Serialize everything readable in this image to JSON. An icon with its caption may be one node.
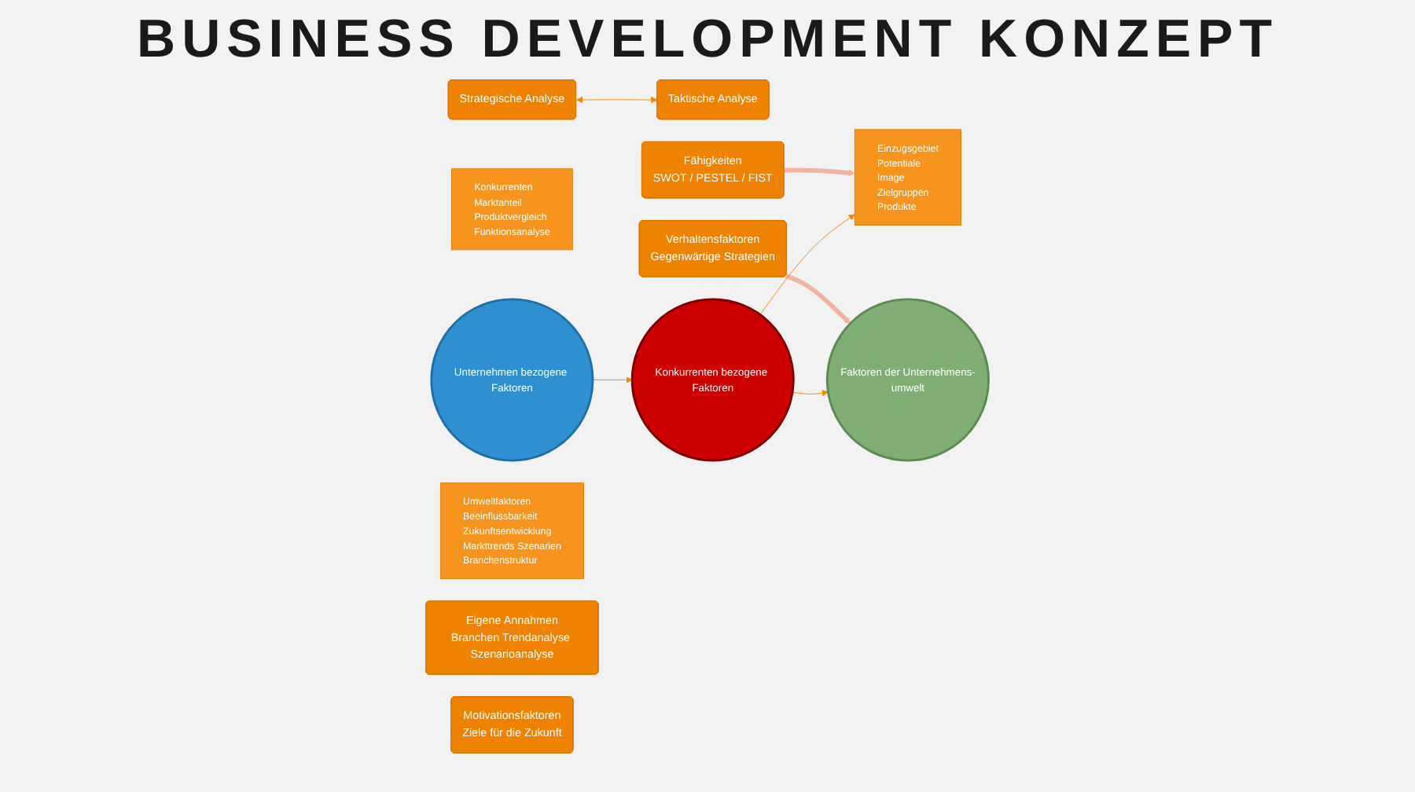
{
  "diagram": {
    "title": "BUSINESS DEVELOPMENT KONZEPT",
    "nodes": [
      {
        "text": [
          "Strategische Analyse"
        ]
      },
      {
        "text": [
          "Taktische Analyse"
        ]
      },
      {
        "text": [
          "Fähigkeiten",
          "SWOT / PESTEL / FIST"
        ]
      },
      {
        "text": [
          "Verhaltensfaktoren",
          "Gegenwärtige Strategien"
        ]
      },
      {
        "text": [
          "Konkurrenten bezogene Faktoren"
        ]
      },
      {
        "text": [
          "Konkurrenten",
          "Marktanteil",
          "Produktvergleich",
          "Funktionsanalyse"
        ]
      },
      {
        "text": [
          "Unternehmen bezogene Faktoren"
        ]
      },
      {
        "text": [
          "Einzugsgebiet",
          "Potentiale",
          "Image",
          "Zielgruppen",
          "Produkte"
        ]
      },
      {
        "text": [
          "Faktoren der Unternehmens-umwelt"
        ]
      },
      {
        "text": [
          "Umweltfaktoren",
          "Beeinflussbarkeit",
          "Zukunftsentwicklung",
          "Markttrends Szenarien",
          "Branchenstruktur"
        ]
      },
      {
        "text": [
          "Eigene Annahmen",
          "Branchen Trendanalyse Szenarioanalyse"
        ]
      },
      {
        "text": [
          "Motivationsfaktoren",
          "Ziele für die Zukunft"
        ]
      }
    ],
    "edges": [
      {
        "from": 0,
        "to": 1,
        "arrow": "both"
      },
      {
        "from": 2,
        "to": 7,
        "arrow": "to",
        "style": "thick",
        "color": "#f2b3a0"
      },
      {
        "from": 3,
        "to": 8,
        "arrow": "to",
        "style": "thick",
        "color": "#f2b3a0"
      },
      {
        "from": 6,
        "to": 4,
        "arrow": "to"
      },
      {
        "from": 4,
        "to": 7,
        "arrow": "to"
      },
      {
        "from": 4,
        "to": 8,
        "arrow": "to"
      }
    ]
  }
}
